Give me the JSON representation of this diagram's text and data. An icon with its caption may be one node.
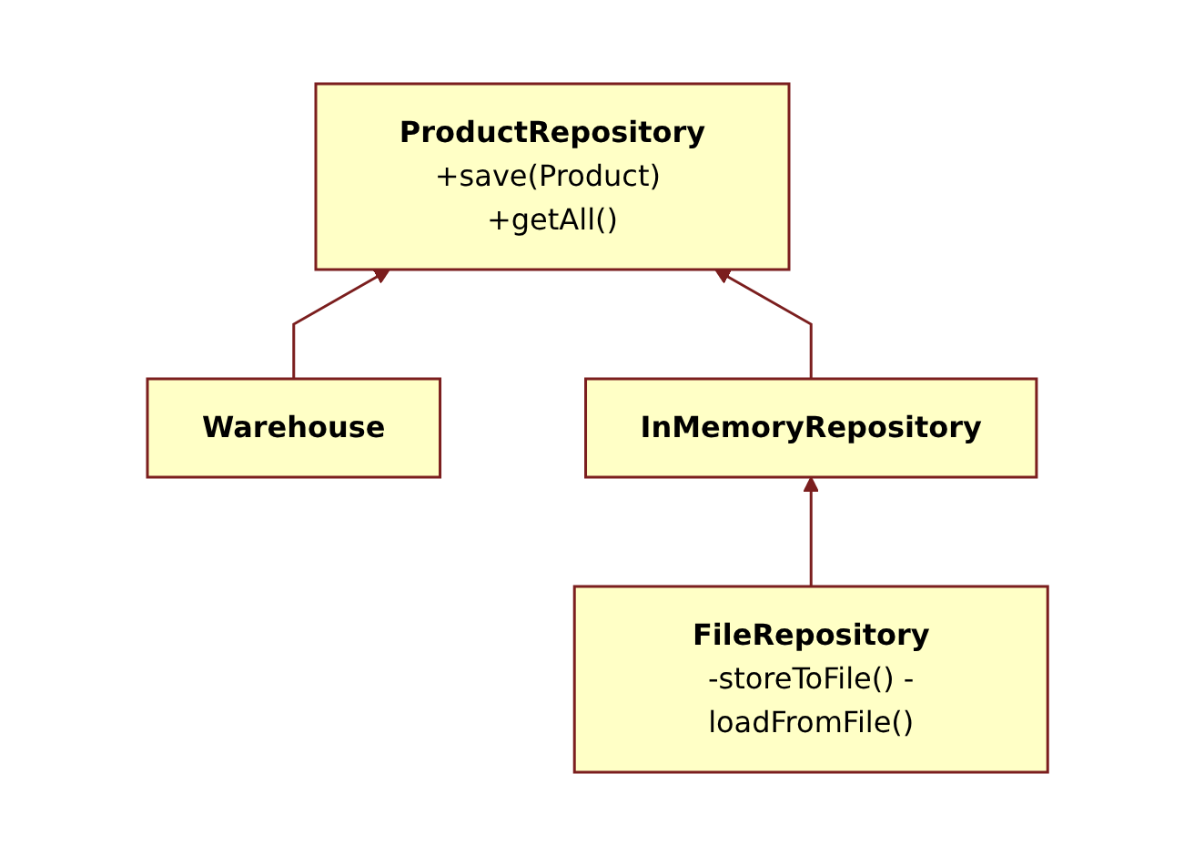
{
  "diagram": {
    "nodes": [
      {
        "text": [
          "ProductRepository",
          "+save(Product) +getAll()"
        ]
      },
      {
        "text": [
          "Warehouse"
        ]
      },
      {
        "text": [
          "InMemoryRepository"
        ]
      },
      {
        "text": [
          "FileRepository",
          "-storeToFile() -loadFromFile()"
        ]
      }
    ],
    "edges": [
      {
        "from": 1,
        "to": 0,
        "arrow": "to"
      },
      {
        "from": 2,
        "to": 0,
        "arrow": "to"
      },
      {
        "from": 3,
        "to": 2,
        "arrow": "to"
      }
    ]
  }
}
